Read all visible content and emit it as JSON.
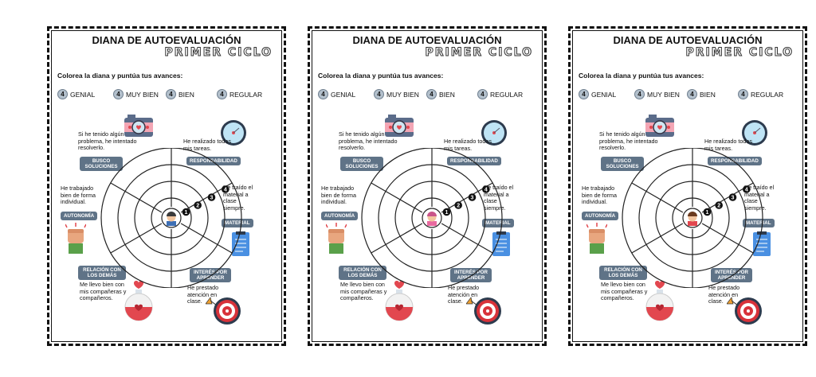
{
  "sheets": [
    {
      "title": "DIANA DE AUTOEVALUACIÓN",
      "subtitle": "PRIMER CICLO",
      "instruction": "Colorea la diana y  puntúa  tus avances:",
      "scale": [
        {
          "num": "4",
          "label": "GENIAL"
        },
        {
          "num": "4",
          "label": "MUY BIEN"
        },
        {
          "num": "4",
          "label": "BIEN"
        },
        {
          "num": "4",
          "label": "REGULAR"
        }
      ],
      "areas": {
        "busco": {
          "label": "BUSCO SOLUCIONES",
          "text": "Si he tenido algún problema, he intentado resolverlo."
        },
        "responsabilidad": {
          "label": "RESPONSABILIDAD",
          "text": "He realizado todas mis tareas."
        },
        "autonomia": {
          "label": "AUTONOMÍA",
          "text": "He trabajado bien de forma individual."
        },
        "material": {
          "label": "MATERIAL",
          "text": "He traído el material a clase siempre."
        },
        "relacion": {
          "label": "RELACIÓN CON LOS DEMÁS",
          "text": "Me llevo bien con mis compañeras y compañeros."
        },
        "interes": {
          "label": "INTERÉS POR APRENDER",
          "text": "He prestado atención en clase."
        }
      },
      "ring_numbers": [
        "1",
        "2",
        "3",
        "4"
      ],
      "center_avatar": "teacher-avatar-icon"
    },
    {
      "title": "DIANA DE AUTOEVALUACIÓN",
      "subtitle": "PRIMER CICLO",
      "instruction": "Colorea la diana y  puntúa  tus avances:",
      "scale": [
        {
          "num": "4",
          "label": "GENIAL"
        },
        {
          "num": "4",
          "label": "MUY BIEN"
        },
        {
          "num": "4",
          "label": "BIEN"
        },
        {
          "num": "4",
          "label": "REGULAR"
        }
      ],
      "areas": {
        "busco": {
          "label": "BUSCO SOLUCIONES",
          "text": "Si he tenido algún problema, he intentado resolverlo."
        },
        "responsabilidad": {
          "label": "RESPONSABILIDAD",
          "text": "He realizado todas mis tareas."
        },
        "autonomia": {
          "label": "AUTONOMÍA",
          "text": "He trabajado bien de forma individual."
        },
        "material": {
          "label": "MATERIAL",
          "text": "He traído el material a clase siempre."
        },
        "relacion": {
          "label": "RELACIÓN CON LOS DEMÁS",
          "text": "Me llevo bien con mis compañeras y compañeros."
        },
        "interes": {
          "label": "INTERÉS POR APRENDER",
          "text": "He prestado atención en clase."
        }
      },
      "ring_numbers": [
        "1",
        "2",
        "3",
        "4"
      ],
      "center_avatar": "girl-avatar-icon"
    },
    {
      "title": "DIANA DE AUTOEVALUACIÓN",
      "subtitle": "PRIMER CICLO",
      "instruction": "Colorea la diana y  puntúa  tus avances:",
      "scale": [
        {
          "num": "4",
          "label": "GENIAL"
        },
        {
          "num": "4",
          "label": "MUY BIEN"
        },
        {
          "num": "4",
          "label": "BIEN"
        },
        {
          "num": "4",
          "label": "REGULAR"
        }
      ],
      "areas": {
        "busco": {
          "label": "BUSCO SOLUCIONES",
          "text": "Si he tenido algún problema, he intentado resolverlo."
        },
        "responsabilidad": {
          "label": "RESPONSABILIDAD",
          "text": "He realizado todas mis tareas."
        },
        "autonomia": {
          "label": "AUTONOMÍA",
          "text": "He trabajado bien de forma individual."
        },
        "material": {
          "label": "MATERIAL",
          "text": "He traído el material a clase siempre."
        },
        "relacion": {
          "label": "RELACIÓN CON LOS DEMÁS",
          "text": "Me llevo bien con mis compañeras y compañeros."
        },
        "interes": {
          "label": "INTERÉS POR APRENDER",
          "text": "He prestado atención en clase."
        }
      },
      "ring_numbers": [
        "1",
        "2",
        "3",
        "4"
      ],
      "center_avatar": "boy-avatar-icon"
    }
  ],
  "colors": {
    "pill": "#5f7387",
    "badge": "#b3c0cc",
    "target_red": "#d8323a",
    "heart": "#e2474f",
    "tablet": "#4a90e2"
  }
}
